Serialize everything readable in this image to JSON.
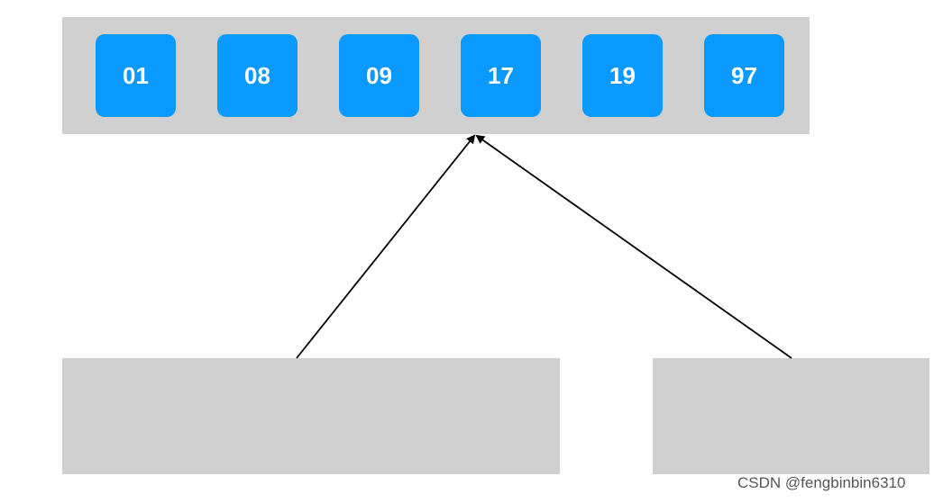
{
  "keys": [
    "01",
    "08",
    "09",
    "17",
    "19",
    "97"
  ],
  "watermark": "CSDN @fengbinbin6310",
  "colors": {
    "key_fill": "#0a99ff",
    "node_fill": "#d0d0d0",
    "arrow": "#000000"
  }
}
